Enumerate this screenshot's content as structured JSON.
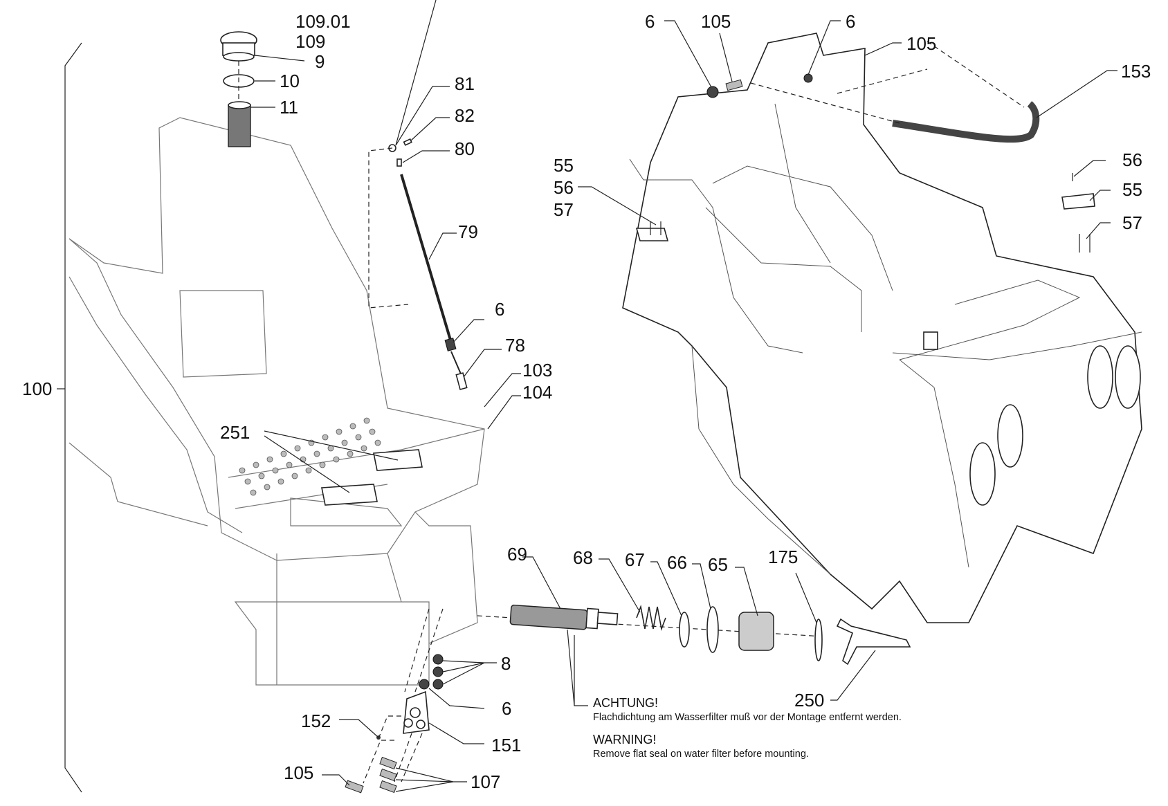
{
  "diagram": {
    "type": "exploded parts drawing",
    "callouts": {
      "c109_01": "109.01",
      "c109": "109",
      "c9": "9",
      "c10": "10",
      "c11": "11",
      "c81": "81",
      "c82": "82",
      "c80": "80",
      "c79": "79",
      "c6_rod": "6",
      "c78": "78",
      "c103": "103",
      "c104": "104",
      "c100": "100",
      "c251": "251",
      "c69": "69",
      "c68": "68",
      "c67": "67",
      "c66": "66",
      "c65": "65",
      "c175": "175",
      "c250": "250",
      "c8": "8",
      "c6_valve": "6",
      "c152": "152",
      "c151": "151",
      "c105_bottom": "105",
      "c107": "107",
      "c6_top_left": "6",
      "c105_top": "105",
      "c6_top_right": "6",
      "c105_top_right": "105",
      "c153": "153",
      "c55_left": "55",
      "c56_left": "56",
      "c57_left": "57",
      "c56_right": "56",
      "c55_right": "55",
      "c57_right": "57"
    },
    "notes": {
      "de_title": "ACHTUNG!",
      "de_text": "Flachdichtung am Wasserfilter muß vor der Montage entfernt werden.",
      "en_title": "WARNING!",
      "en_text": "Remove flat seal on water filter before mounting."
    }
  }
}
